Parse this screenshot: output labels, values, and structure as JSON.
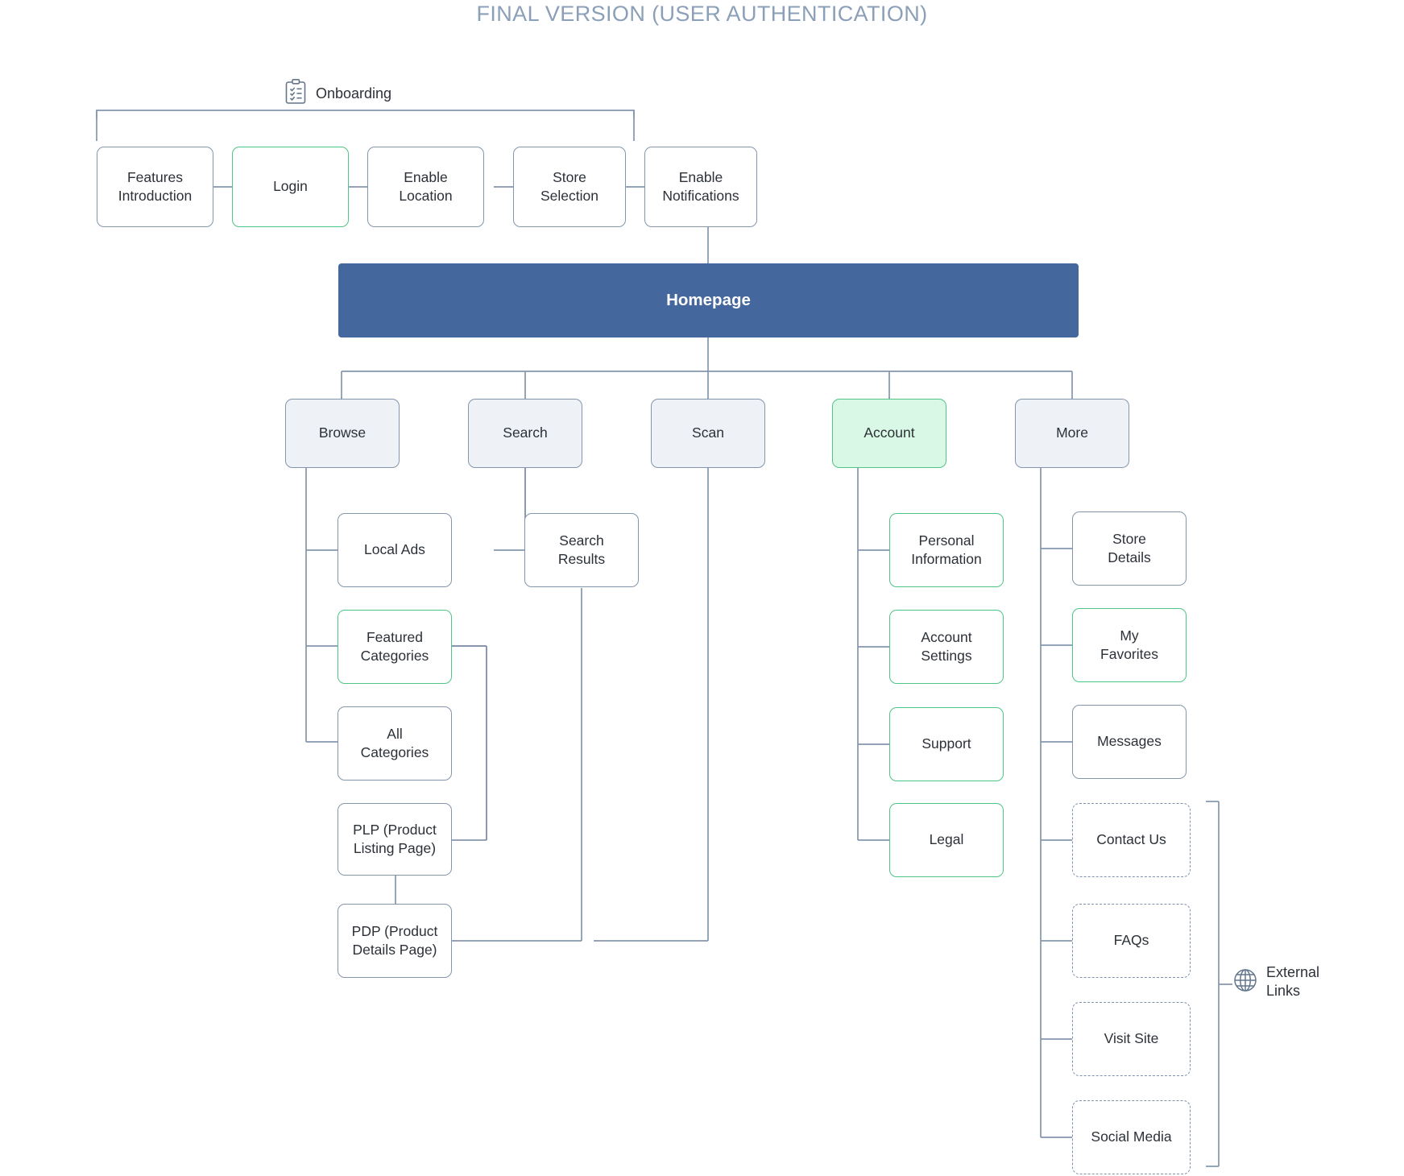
{
  "title": "FINAL VERSION (USER AUTHENTICATION)",
  "colors": {
    "title": "#8ba0b8",
    "line": "#8496ad",
    "banner_bg": "#44679d",
    "banner_text": "#ffffff",
    "tier_fill": "#eef2f7",
    "green_border": "#4fc585",
    "green_fill": "#d9f9e6",
    "node_text": "#2c3138",
    "dashed_border": "#7f93ad"
  },
  "legend": {
    "onboarding": {
      "label": "Onboarding",
      "icon": "clipboard-checklist-icon"
    },
    "external_links": {
      "label": "External\nLinks",
      "icon": "globe-icon"
    }
  },
  "onboarding_steps": [
    {
      "id": "features-introduction",
      "label": "Features\nIntroduction",
      "style": "plain"
    },
    {
      "id": "login",
      "label": "Login",
      "style": "green"
    },
    {
      "id": "enable-location",
      "label": "Enable\nLocation",
      "style": "plain"
    },
    {
      "id": "store-selection",
      "label": "Store\nSelection",
      "style": "plain"
    },
    {
      "id": "enable-notifications",
      "label": "Enable\nNotifications",
      "style": "plain"
    }
  ],
  "homepage": {
    "id": "homepage",
    "label": "Homepage"
  },
  "nav_tier": [
    {
      "id": "browse",
      "label": "Browse",
      "style": "tier"
    },
    {
      "id": "search",
      "label": "Search",
      "style": "tier"
    },
    {
      "id": "scan",
      "label": "Scan",
      "style": "tier"
    },
    {
      "id": "account",
      "label": "Account",
      "style": "green-fill"
    },
    {
      "id": "more",
      "label": "More",
      "style": "tier"
    }
  ],
  "browse_children": [
    {
      "id": "local-ads",
      "label": "Local Ads",
      "style": "plain"
    },
    {
      "id": "featured-categories",
      "label": "Featured\nCategories",
      "style": "green"
    },
    {
      "id": "all-categories",
      "label": "All\nCategories",
      "style": "plain"
    }
  ],
  "product_pages": [
    {
      "id": "plp",
      "label": "PLP (Product\nListing Page)",
      "style": "plain"
    },
    {
      "id": "pdp",
      "label": "PDP (Product\nDetails Page)",
      "style": "plain"
    }
  ],
  "search_children": [
    {
      "id": "search-results",
      "label": "Search\nResults",
      "style": "plain"
    }
  ],
  "account_children": [
    {
      "id": "personal-information",
      "label": "Personal\nInformation",
      "style": "green"
    },
    {
      "id": "account-settings",
      "label": "Account\nSettings",
      "style": "green"
    },
    {
      "id": "support",
      "label": "Support",
      "style": "green"
    },
    {
      "id": "legal",
      "label": "Legal",
      "style": "green"
    }
  ],
  "more_children": [
    {
      "id": "store-details",
      "label": "Store\nDetails",
      "style": "plain"
    },
    {
      "id": "my-favorites",
      "label": "My\nFavorites",
      "style": "green"
    },
    {
      "id": "messages",
      "label": "Messages",
      "style": "plain"
    },
    {
      "id": "contact-us",
      "label": "Contact Us",
      "style": "dashed"
    },
    {
      "id": "faqs",
      "label": "FAQs",
      "style": "dashed"
    },
    {
      "id": "visit-site",
      "label": "Visit Site",
      "style": "dashed"
    },
    {
      "id": "social-media",
      "label": "Social Media",
      "style": "dashed"
    }
  ]
}
